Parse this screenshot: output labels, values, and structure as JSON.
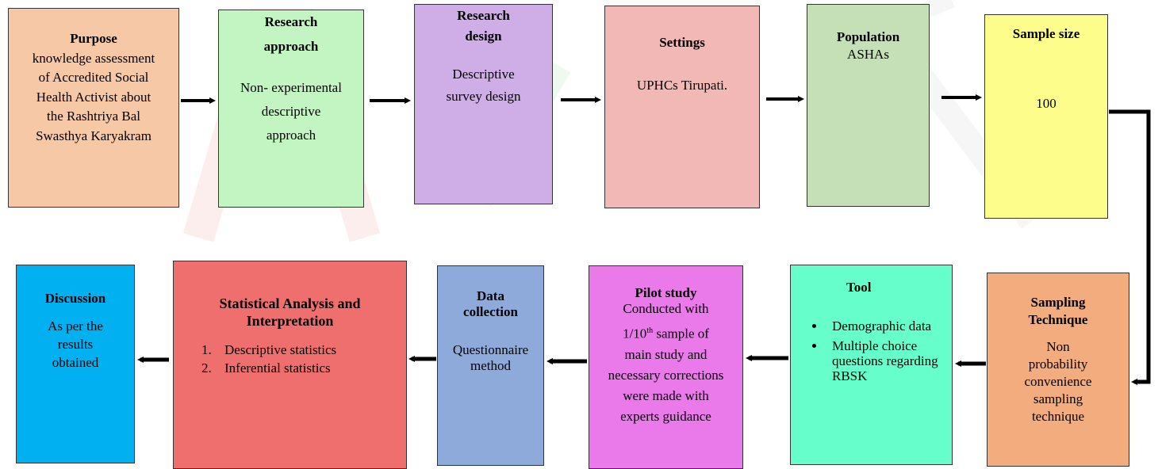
{
  "colors": {
    "purpose": "#f7c8a6",
    "approach": "#c2f5c2",
    "design": "#cfaee8",
    "settings": "#f2b8b5",
    "population": "#c5dfb6",
    "sample_size": "#fdfd8c",
    "sampling": "#f2ac7e",
    "tool": "#66ffcc",
    "pilot": "#ea79ea",
    "data_collection": "#8eaadb",
    "statistical": "#ef6f6f",
    "discussion": "#00b0f0"
  },
  "boxes": {
    "purpose": {
      "title": "Purpose",
      "lines": [
        "knowledge assessment",
        "of Accredited Social",
        "Health Activist about",
        "the Rashtriya Bal",
        "Swasthya Karyakram"
      ]
    },
    "approach": {
      "title_lines": [
        "Research",
        "approach"
      ],
      "lines": [
        "Non- experimental",
        "descriptive",
        "approach"
      ]
    },
    "design": {
      "title_lines": [
        "Research",
        "design"
      ],
      "lines": [
        "Descriptive",
        "survey design"
      ]
    },
    "settings": {
      "title": "Settings",
      "text": "UPHCs Tirupati."
    },
    "population": {
      "title": "Population",
      "text": "ASHAs"
    },
    "sample_size": {
      "title": "Sample size",
      "text": "100"
    },
    "sampling": {
      "title_lines": [
        "Sampling",
        "Technique"
      ],
      "lines": [
        "Non",
        "probability",
        "convenience",
        "sampling",
        "technique"
      ]
    },
    "tool": {
      "title": "Tool",
      "items": [
        "Demographic data",
        "Multiple choice questions regarding RBSK"
      ]
    },
    "pilot": {
      "title": "Pilot study",
      "line1": "Conducted with",
      "fraction": "1/10",
      "fraction_sup": "th",
      "fraction_rest": " sample of",
      "lines": [
        "main study and",
        "necessary corrections",
        "were made with",
        "experts guidance"
      ]
    },
    "data_collection": {
      "title_lines": [
        "Data",
        "collection"
      ],
      "lines": [
        "Questionnaire",
        "method"
      ]
    },
    "statistical": {
      "title_lines": [
        "Statistical Analysis and",
        "Interpretation"
      ],
      "items": [
        "Descriptive statistics",
        "Inferential statistics"
      ]
    },
    "discussion": {
      "title": "Discussion",
      "lines": [
        "As per the",
        "results",
        "obtained"
      ]
    }
  }
}
